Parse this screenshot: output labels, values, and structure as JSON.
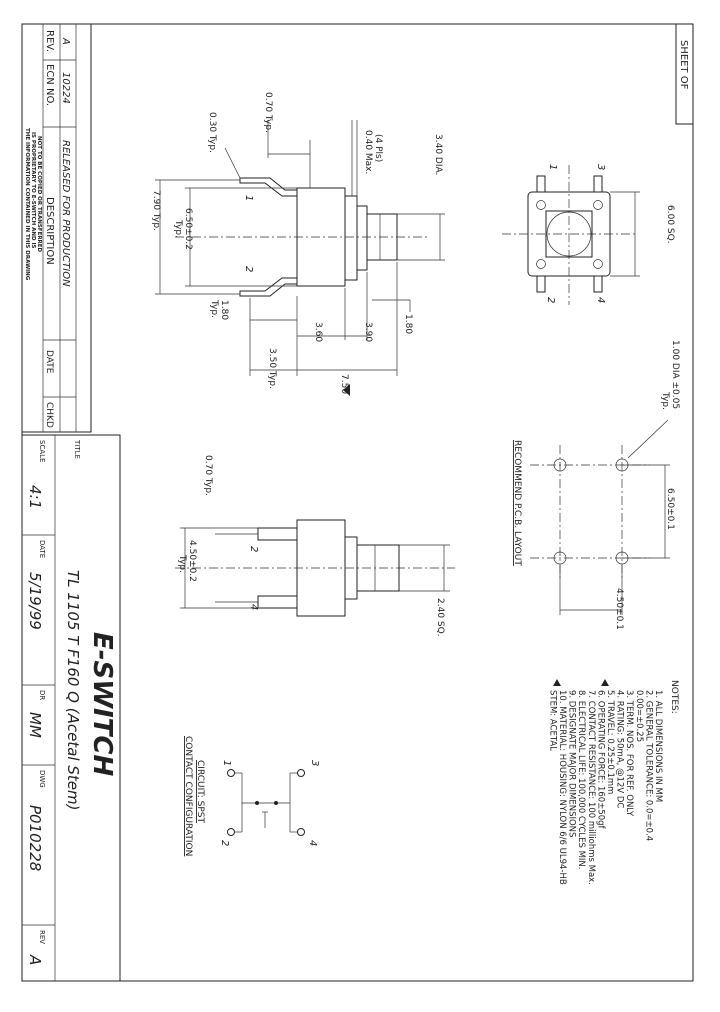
{
  "revision_block": {
    "rev_header": "REV.",
    "ecn_header": "ECN NO.",
    "description_header": "DESCRIPTION",
    "date_header": "DATE",
    "chkd_header": "CHKD",
    "rev": "A",
    "ecn": "10224",
    "description": "RELEASED FOR PRODUCTION",
    "date": "",
    "chkd": ""
  },
  "proprietary_notice": [
    "THE INFORMATION CONTAINED IN THIS DRAWING",
    "IS PROPRIETARY TO E-SWITCH AND IS",
    "NOT TO BE COPIED OR TRANSFERRED"
  ],
  "sheet_label": "SHEET OF",
  "title_block": {
    "title_label": "TITLE",
    "title": "TL 1105 T F160 Q (Acetal Stem)",
    "scale_label": "SCALE",
    "scale": "4:1",
    "date_label": "DATE",
    "date": "5/19/99",
    "dr_label": "DR",
    "dr": "MM",
    "dwg_label": "DWG",
    "dwg": "P010228",
    "rev_label": "REV",
    "rev": "A",
    "company_logo": "E-SWITCH"
  },
  "side_view": {
    "d_070": "0.70 Typ.",
    "d_030": "0.30 Typ.",
    "d_040": "0.40 Max.",
    "d_040b": "(4 Pls)",
    "d_340": "3.40 DIA.",
    "d_790": "7.90 Typ.",
    "d_650": "6.50±0.2",
    "d_650b": "Typ.",
    "d_180": "1.80",
    "d_180b": "Typ.",
    "d_180r": "1.80",
    "d_360": "3.60",
    "d_390": "3.90",
    "d_350": "3.50 Typ.",
    "d_750": "7.50",
    "pin1": "1",
    "pin2": "2"
  },
  "top_view": {
    "d_600": "6.00 SQ.",
    "pin1": "1",
    "pin2": "2",
    "pin3": "3",
    "pin4": "4"
  },
  "front_view": {
    "d_070": "0.70 Typ.",
    "d_450": "4.50±0.2",
    "d_450b": "Typ.",
    "d_240": "2.40 SQ.",
    "pin2": "2",
    "pin4": "4"
  },
  "pcb_layout": {
    "title": "RECOMMEND P.C.B. LAYOUT",
    "d_100": "1.00 DIA ±0.05",
    "d_100b": "Typ.",
    "d_650": "6.50±0.1",
    "d_450": "4.50±0.1"
  },
  "notes": {
    "heading": "NOTES:",
    "items": [
      "1. ALL DIMENSIONS IN MM",
      "2. GENERAL TOLERANCE: 0.0=±0.4",
      "                                    0.00=±0.25",
      "3. TERM. NOS. FOR REF. ONLY",
      "4. RATING: 50mA, @12V DC",
      "5. TRAVEL: 0.25±0.1mm",
      "6. OPERATING FORCE: 160±50gf",
      "7. CONTACT RESISTANCE: 100 milliohms Max.",
      "8. ELECTRICAL LIFE: 100,000 CYCLES MIN.",
      "9. DESIGNATE MAJOR DIMENSIONS",
      "10. MATERIAL: HOUSING: NYLON 6/6 UL94-HB",
      "                      STEM: ACETAL"
    ],
    "flagged": [
      5,
      10
    ]
  },
  "circuit": {
    "title1": "CIRCUIT: SPST",
    "title2": "CONTACT CONFIGURATION",
    "t1": "1",
    "t2": "2",
    "t3": "3",
    "t4": "4"
  }
}
